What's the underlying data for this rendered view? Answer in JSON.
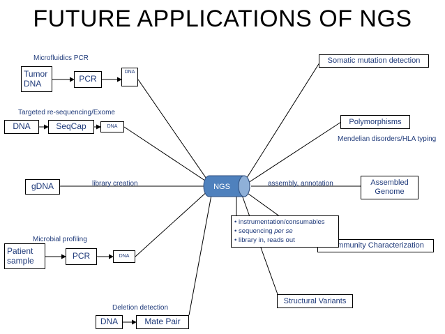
{
  "title": "FUTURE APPLICATIONS OF NGS",
  "hub": "NGS",
  "inputs": {
    "microfluidics": {
      "label": "Microfluidics PCR",
      "source": "Tumor DNA",
      "step": "PCR",
      "product": "DNA"
    },
    "targeted": {
      "label": "Targeted re-sequencing/Exome",
      "source": "DNA",
      "step": "SeqCap",
      "product": "DNA"
    },
    "gdna": {
      "source": "gDNA",
      "edge_label": "library creation"
    },
    "microbial": {
      "label": "Microbial profiling",
      "source": "Patient sample",
      "step": "PCR",
      "product": "DNA"
    },
    "deletion": {
      "label": "Deletion detection",
      "source": "DNA",
      "step": "Mate Pair"
    }
  },
  "outputs": {
    "somatic": "Somatic mutation detection",
    "polymorphisms": "Polymorphisms",
    "polymorphisms_note": "Mendelian disorders/HLA typing",
    "assembled": "Assembled Genome",
    "assembled_edge_label": "assembly, annotation",
    "community": "Community Characterization",
    "structural": "Structural Variants"
  },
  "notes": {
    "items": [
      "instrumentation/consumables",
      "sequencing per se",
      "library in, reads out"
    ]
  }
}
